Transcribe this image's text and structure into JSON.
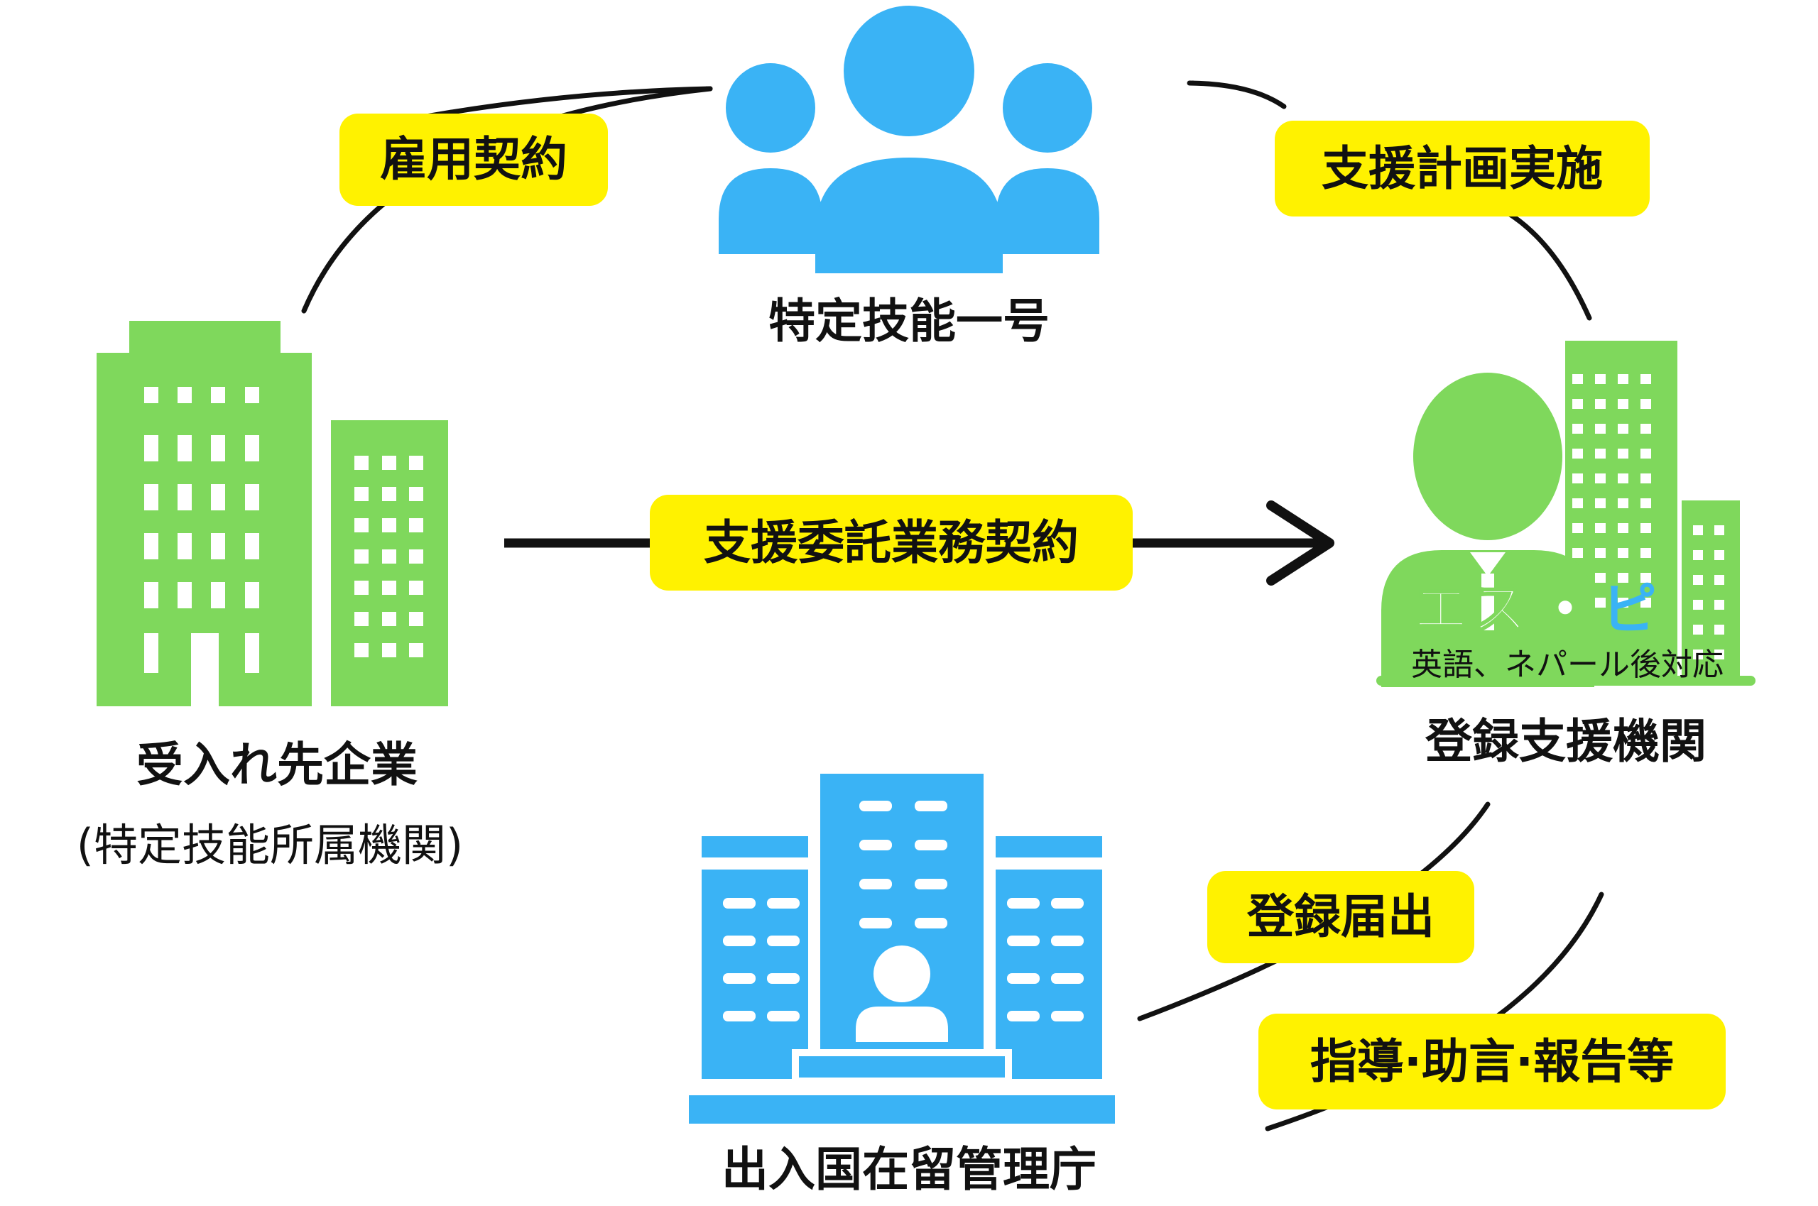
{
  "colors": {
    "green": "#7fd85c",
    "blue": "#3ab3f5",
    "yellow": "#fff200",
    "arrow": "#111111"
  },
  "nodes": {
    "workers": {
      "label": "特定技能一号",
      "icon": "people-group-icon"
    },
    "company": {
      "label": "受入れ先企業",
      "sublabel": "(特定技能所属機関)",
      "icon": "office-buildings-icon"
    },
    "support_org": {
      "label": "登録支援機関",
      "icon": "person-with-buildings-icon",
      "brand": {
        "part1": "エス",
        "dot": "・",
        "part2": "ピ",
        "note": "英語、ネパール後対応"
      }
    },
    "immigration": {
      "label": "出入国在留管理庁",
      "icon": "government-building-icon"
    }
  },
  "relations": {
    "employment": "雇用契約",
    "support_plan": "支援計画実施",
    "outsourcing": "支援委託業務契約",
    "registration": "登録届出",
    "guidance": "指導·助言·報告等"
  }
}
